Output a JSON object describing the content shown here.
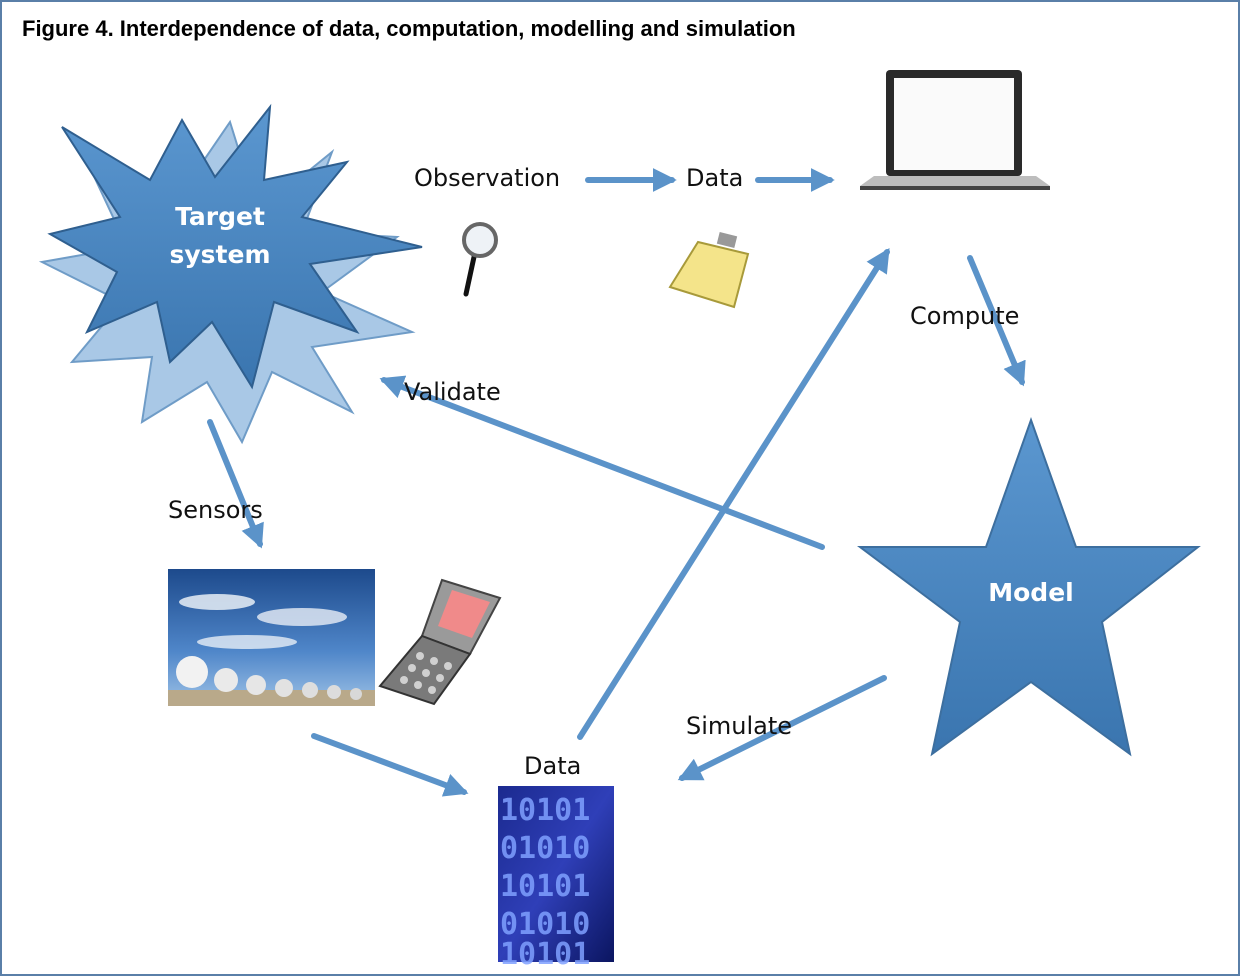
{
  "figure": {
    "title": "Figure 4. Interdependence of data, computation, modelling and simulation"
  },
  "nodes": {
    "target_system": {
      "label": "Target\nsystem"
    },
    "observation": {
      "label": "Observation",
      "icon": "magnifier-icon"
    },
    "data_top": {
      "label": "Data",
      "icon": "clipboard-icon"
    },
    "computer": {
      "icon": "laptop-icon"
    },
    "model": {
      "label": "Model"
    },
    "sensors": {
      "label": "Sensors",
      "icons": [
        "radio-telescope-image",
        "mobile-phone-icon"
      ]
    },
    "data_bottom": {
      "label": "Data",
      "icon": "binary-data-image"
    }
  },
  "edges": {
    "compute": "Compute",
    "validate": "Validate",
    "simulate": "Simulate"
  },
  "colors": {
    "arrow": "#5b93c9",
    "shape_fill": "#4a87c0",
    "shape_fill_light": "#a9c8e6",
    "border": "#5a7fa8"
  }
}
